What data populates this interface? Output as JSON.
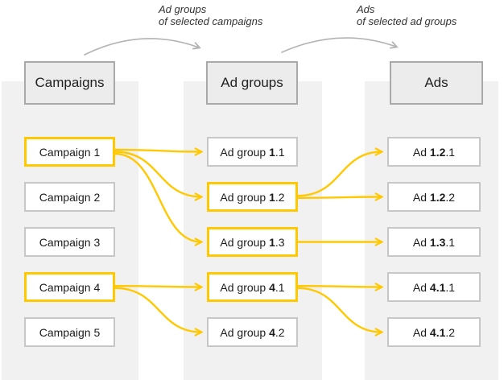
{
  "colors": {
    "band": "#f1f1f1",
    "item-border": "#c7c7c7",
    "header-fill": "#ececec",
    "header-border": "#a9a9a9",
    "selected": "#ffc800",
    "connector": "#ffc800",
    "flow-arrow": "#b3b3b3",
    "text": "#1c1c1c"
  },
  "diagram": {
    "flow_labels": [
      {
        "line1": "Ad groups",
        "line2": "of selected campaigns"
      },
      {
        "line1": "Ads",
        "line2": "of selected ad groups"
      }
    ],
    "columns": [
      {
        "header": "Campaigns",
        "items": [
          {
            "id": "campaign-1",
            "pre": "Campaign 1",
            "bold": "",
            "post": "",
            "selected": true
          },
          {
            "id": "campaign-2",
            "pre": "Campaign 2",
            "bold": "",
            "post": "",
            "selected": false
          },
          {
            "id": "campaign-3",
            "pre": "Campaign 3",
            "bold": "",
            "post": "",
            "selected": false
          },
          {
            "id": "campaign-4",
            "pre": "Campaign 4",
            "bold": "",
            "post": "",
            "selected": true
          },
          {
            "id": "campaign-5",
            "pre": "Campaign 5",
            "bold": "",
            "post": "",
            "selected": false
          }
        ]
      },
      {
        "header": "Ad groups",
        "items": [
          {
            "id": "ad-group-1.1",
            "pre": "Ad group ",
            "bold": "1",
            "post": ".1",
            "selected": false
          },
          {
            "id": "ad-group-1.2",
            "pre": "Ad group ",
            "bold": "1",
            "post": ".2",
            "selected": true
          },
          {
            "id": "ad-group-1.3",
            "pre": "Ad group ",
            "bold": "1",
            "post": ".3",
            "selected": true
          },
          {
            "id": "ad-group-4.1",
            "pre": "Ad group ",
            "bold": "4",
            "post": ".1",
            "selected": true
          },
          {
            "id": "ad-group-4.2",
            "pre": "Ad group ",
            "bold": "4",
            "post": ".2",
            "selected": false
          }
        ]
      },
      {
        "header": "Ads",
        "items": [
          {
            "id": "ad-1.2.1",
            "pre": "Ad ",
            "bold": "1.2",
            "post": ".1",
            "selected": false
          },
          {
            "id": "ad-1.2.2",
            "pre": "Ad ",
            "bold": "1.2",
            "post": ".2",
            "selected": false
          },
          {
            "id": "ad-1.3.1",
            "pre": "Ad ",
            "bold": "1.3",
            "post": ".1",
            "selected": false
          },
          {
            "id": "ad-4.1.1",
            "pre": "Ad ",
            "bold": "4.1",
            "post": ".1",
            "selected": false
          },
          {
            "id": "ad-4.1.2",
            "pre": "Ad ",
            "bold": "4.1",
            "post": ".2",
            "selected": false
          }
        ]
      }
    ],
    "connections": [
      {
        "from": "campaign-1",
        "to": "ad-group-1.1"
      },
      {
        "from": "campaign-1",
        "to": "ad-group-1.2"
      },
      {
        "from": "campaign-1",
        "to": "ad-group-1.3"
      },
      {
        "from": "campaign-4",
        "to": "ad-group-4.1"
      },
      {
        "from": "campaign-4",
        "to": "ad-group-4.2"
      },
      {
        "from": "ad-group-1.2",
        "to": "ad-1.2.1"
      },
      {
        "from": "ad-group-1.2",
        "to": "ad-1.2.2"
      },
      {
        "from": "ad-group-1.3",
        "to": "ad-1.3.1"
      },
      {
        "from": "ad-group-4.1",
        "to": "ad-4.1.1"
      },
      {
        "from": "ad-group-4.1",
        "to": "ad-4.1.2"
      }
    ]
  }
}
